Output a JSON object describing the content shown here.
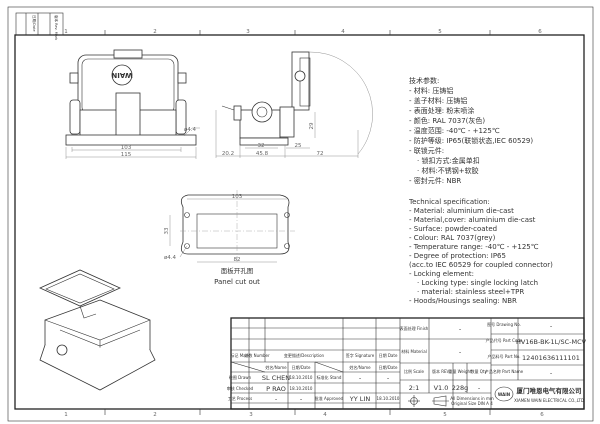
{
  "frame": {
    "column_numbers": [
      "1",
      "2",
      "3",
      "4",
      "5",
      "6"
    ],
    "rev_strip": [
      "日期/Date",
      "版本 Rev. Mark"
    ]
  },
  "front_view": {
    "logo_text": "WAIN",
    "dims": {
      "hole": "ø4.4",
      "inner": "103",
      "outer": "115"
    }
  },
  "side_view": {
    "dims": {
      "a": "20.2",
      "b": "45.8",
      "c": "32",
      "d": "25",
      "e": "72",
      "h": "29"
    }
  },
  "panel_cutout": {
    "dims": {
      "width": "103",
      "height": "33",
      "hole": "ø4.4",
      "inner": "82"
    },
    "caption_cn": "面板开孔图",
    "caption_en": "Panel cut out"
  },
  "spec_cn": [
    "技术参数:",
    "- 材料: 压铸铝",
    "- 盖子材料: 压铸铝",
    "- 表面处理: 粉末喷涂",
    "- 颜色: RAL 7037(灰色)",
    "- 温度范围: -40℃  -  +125℃",
    "- 防护等级: IP65(联锁状态,IEC 60529)",
    "- 联锁元件:",
    "   · 锁扣方式:金属单扣",
    "   · 材料:不锈钢+软胶",
    "- 密封元件: NBR"
  ],
  "spec_en": [
    "Technical specification:",
    "- Material: aluminium die-cast",
    "- Material,cover: aluminium die-cast",
    "- Surface: powder-coated",
    "- Colour: RAL 7037(grey)",
    "- Temperature range: -40℃ - +125℃",
    "- Degree of protection: IP65",
    "  (acc.to IEC 60529 for coupled connector)",
    "- Locking element:",
    "   · Locking type: single locking latch",
    "   · material: stainless steel+TPR",
    "- Hoods/Housings sealing: NBR"
  ],
  "title_block": {
    "headers": {
      "mark": "标记 Mark",
      "number": "处数 Number",
      "description": "变更描述/Description",
      "signature": "签字 Signature",
      "date": "日期 Date"
    },
    "name_hdr": "姓名/Name",
    "date_hdr": "日期/Date",
    "name_hdr2": "姓名/Name",
    "date_hdr2": "日期/Date",
    "drawn_label": "绘图 Drawn",
    "drawn_name": "SL CHEN",
    "drawn_date": "18.10.2010",
    "stand_label": "标准化 Stand",
    "stand_name": "-",
    "stand_date": "-",
    "checked_label": "审核 Checked",
    "checked_name": "P RAO",
    "checked_date": "18.10.2010",
    "process_label": "工艺 Process",
    "process_name": "-",
    "process_date": "-",
    "approved_label": "批准 Approved",
    "approved_name": "YY LIN",
    "approved_date": "18.10.2010",
    "finish_label": "表面处理 Finish",
    "finish_value": "-",
    "material_label": "材料 Material",
    "material_value": "-",
    "scale_label": "比例 Scale",
    "scale_value": "2:1",
    "rev_label": "版本 REV.",
    "rev_value": "V1.0",
    "weight_label": "重量 Weight",
    "weight_value": "228g",
    "qty_label": "数量 Qty.",
    "qty_value": "-",
    "dimensions_note_1": "All Dimensions in mm",
    "dimensions_note_2": "Original Size DIN A 4",
    "drawing_no_label": "图号 Drawing No.",
    "drawing_no_value": "-",
    "part_code_label": "产品代号 Part Code",
    "part_code_value": "HV16B-BK-1L/SC-MCV",
    "part_no_label": "产品料号 Part No.",
    "part_no_value": "12401636111101",
    "part_name_label": "产品名称 Part Name",
    "part_name_value": "-",
    "company_cn": "厦门唯恩电气有限公司",
    "company_en": "XIAMEN WAIN ELECTRICAL CO.,LTD",
    "logo_text": "WAIN",
    "icons": [
      "first-angle-projection-icon",
      "cone-projection-icon"
    ]
  }
}
